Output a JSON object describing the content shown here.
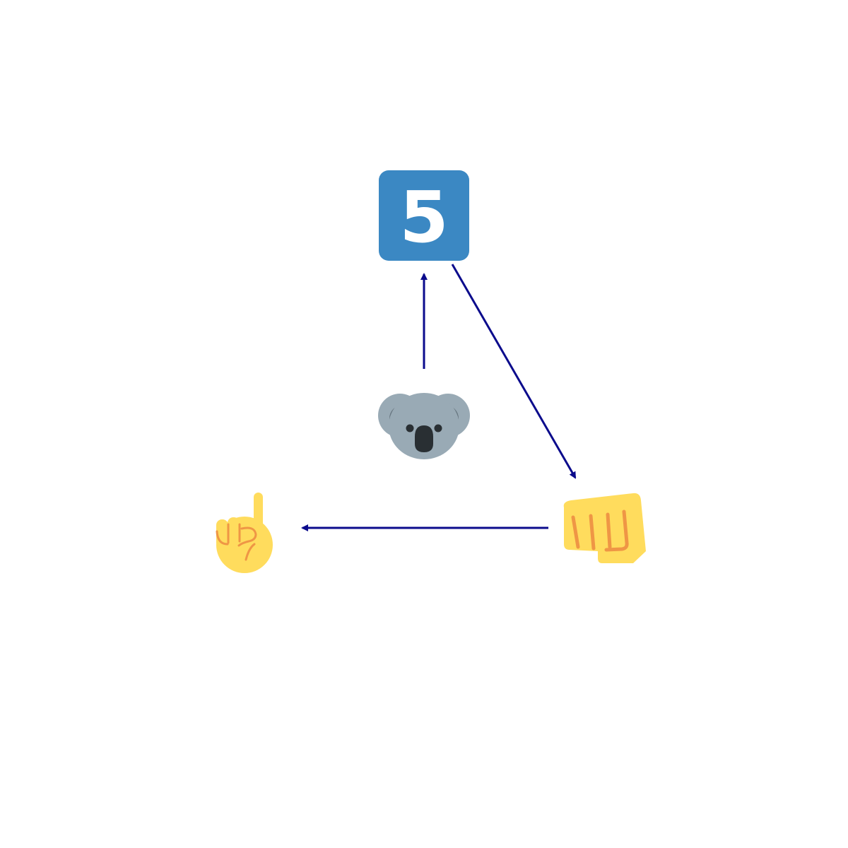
{
  "diagram": {
    "colors": {
      "arrow": "#0b0b8c",
      "keycap": "#3b88c3",
      "koala_fur": "#99aab5",
      "koala_ear": "#66757f",
      "koala_nose": "#292f33",
      "hand_skin": "#ffdc5d",
      "hand_crease": "#ef9645"
    },
    "nodes": [
      {
        "id": "keycap",
        "icon": "keycap-5-icon",
        "label": "5"
      },
      {
        "id": "koala",
        "icon": "koala-icon"
      },
      {
        "id": "fist",
        "icon": "oncoming-fist-icon"
      },
      {
        "id": "point-up",
        "icon": "index-pointing-up-icon"
      }
    ],
    "edges": [
      {
        "from": "koala",
        "to": "keycap"
      },
      {
        "from": "keycap",
        "to": "fist"
      },
      {
        "from": "fist",
        "to": "point-up"
      }
    ]
  }
}
